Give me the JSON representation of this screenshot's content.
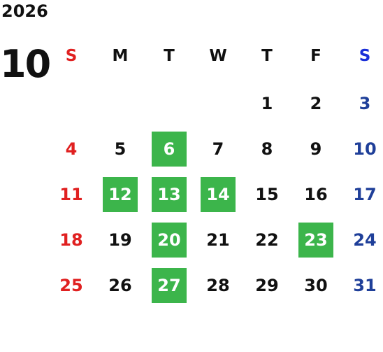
{
  "year": "2026",
  "month": "10",
  "colors": {
    "sunday": "#e02020",
    "saturday_header": "#1a2fd8",
    "saturday": "#1f3f99",
    "weekday": "#111111",
    "highlight": "#3cb54b"
  },
  "weekdays": [
    "S",
    "M",
    "T",
    "W",
    "T",
    "F",
    "S"
  ],
  "weeks": [
    [
      "",
      "",
      "",
      "",
      "1",
      "2",
      "3"
    ],
    [
      "4",
      "5",
      "6",
      "7",
      "8",
      "9",
      "10"
    ],
    [
      "11",
      "12",
      "13",
      "14",
      "15",
      "16",
      "17"
    ],
    [
      "18",
      "19",
      "20",
      "21",
      "22",
      "23",
      "24"
    ],
    [
      "25",
      "26",
      "27",
      "28",
      "29",
      "30",
      "31"
    ]
  ],
  "highlighted_days": [
    "6",
    "12",
    "13",
    "14",
    "20",
    "23",
    "27"
  ]
}
